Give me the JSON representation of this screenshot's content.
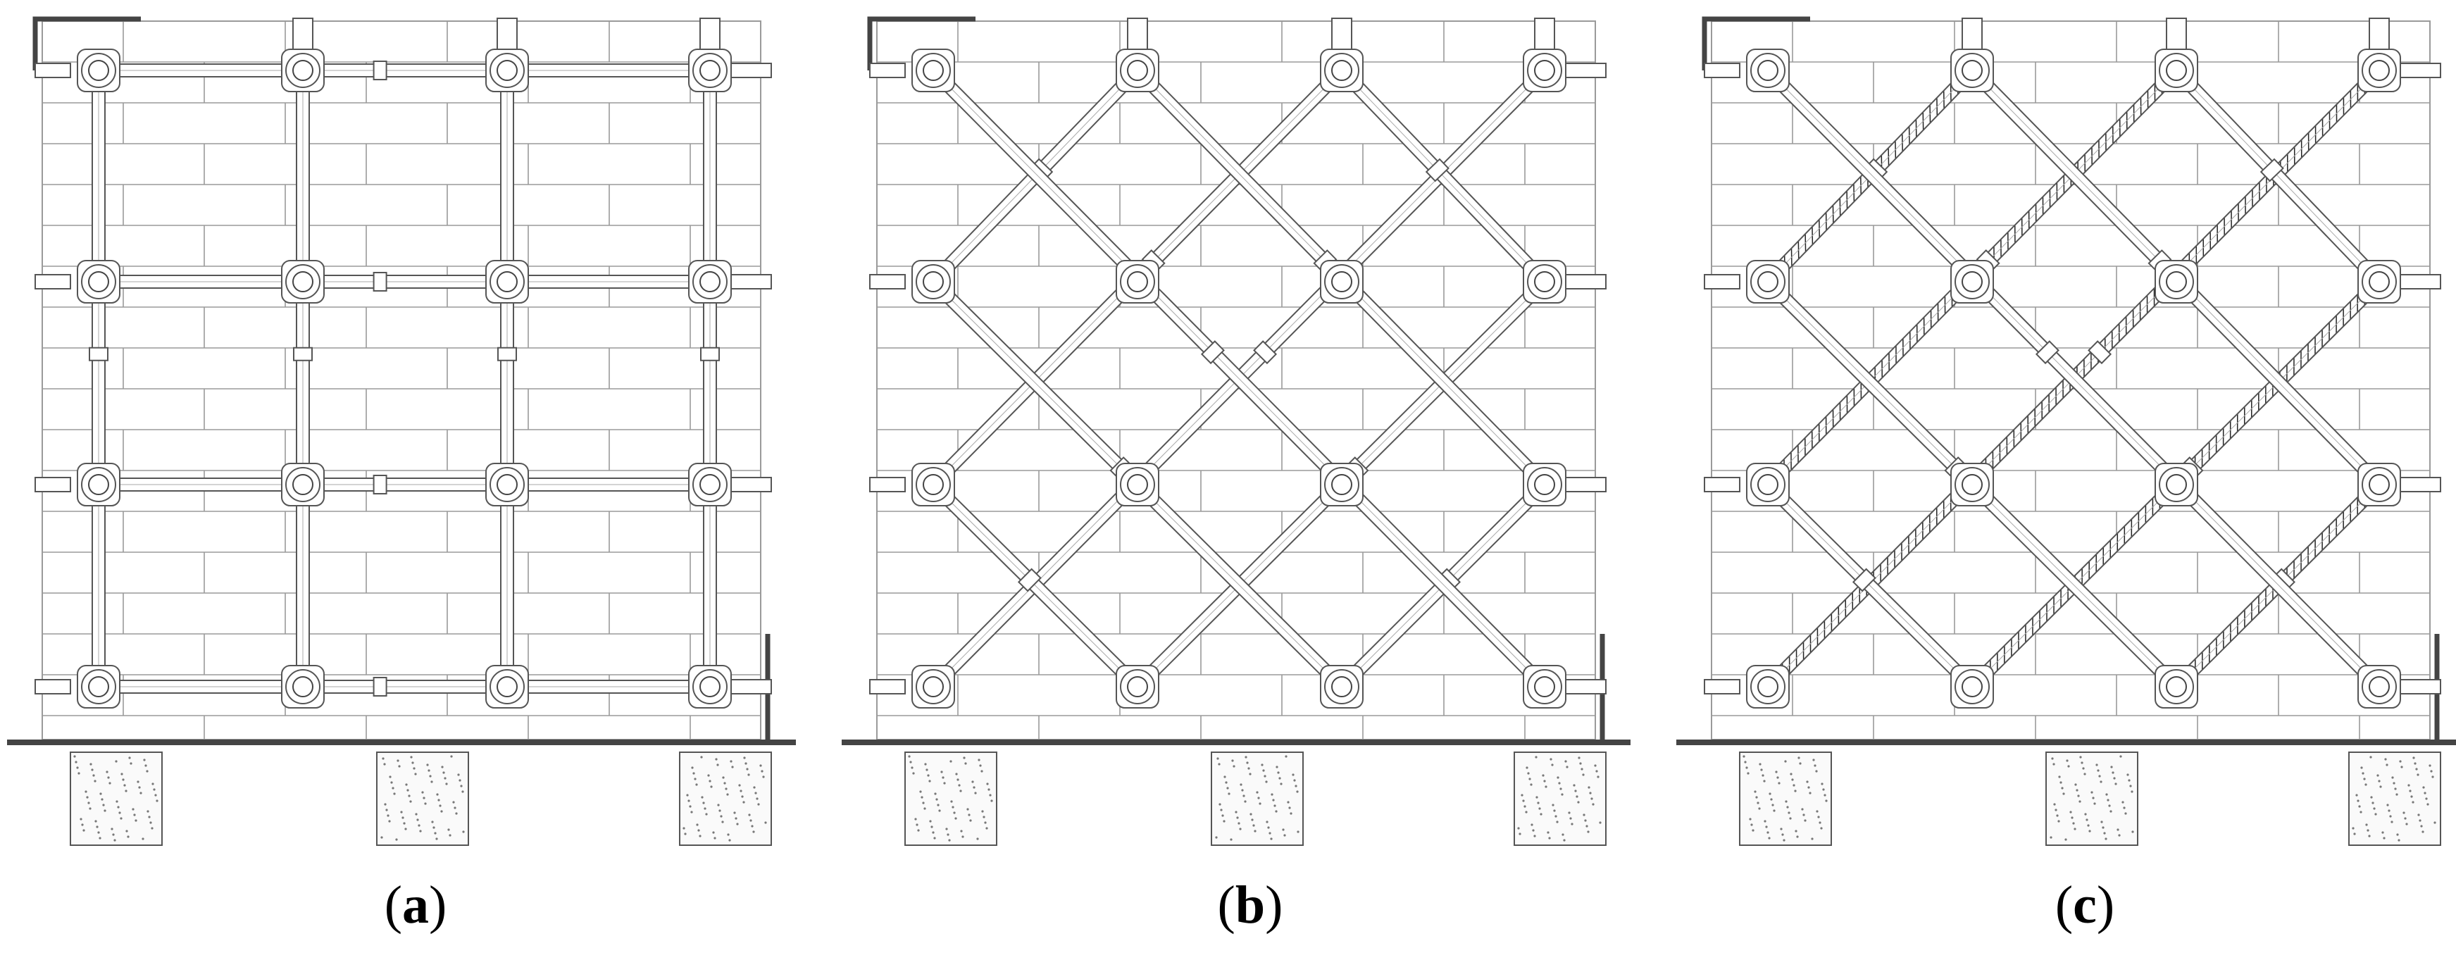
{
  "figure": {
    "panels": [
      {
        "id": "a",
        "label_open": "(",
        "label_letter": "a",
        "label_close": ")",
        "pattern": "grid"
      },
      {
        "id": "b",
        "label_open": "(",
        "label_letter": "b",
        "label_close": ")",
        "pattern": "diagonal"
      },
      {
        "id": "c",
        "label_open": "(",
        "label_letter": "c",
        "label_close": ")",
        "pattern": "diagonal-reinforced"
      }
    ],
    "colors": {
      "line": "#555555",
      "brick": "#9a9a9a",
      "foundation": "#444444",
      "hatch": "#222222"
    }
  }
}
